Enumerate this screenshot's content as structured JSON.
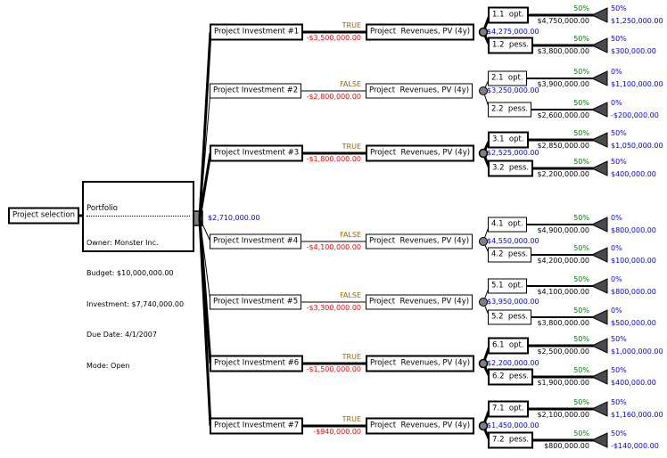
{
  "root": {
    "label": "Project selection"
  },
  "portfolio": {
    "title": "Portfolio",
    "lines": [
      "Owner: Monster Inc.",
      "Budget: $10,000,000.00",
      "Investment: $7,740,000.00",
      "Due Date: 4/1/2007",
      "Mode: Open"
    ],
    "value": "$2,710,000.00"
  },
  "revenues_label": "Project  Revenues, PV (4y)",
  "colors": {
    "decision_flag": "#996600",
    "negative_value": "#FF0000",
    "node_value": "#0000FF",
    "probability": "#008000",
    "node_fill": "#808080",
    "terminal_fill": "#4a4a4a"
  },
  "branches": [
    {
      "label": "Project Investment #1",
      "decision": "TRUE",
      "cost": "-$3,500,000.00",
      "node_value": "$4,275,000.00",
      "outcomes": [
        {
          "label": "1.1  opt.",
          "prob": "50%",
          "payoff": "$4,750,000.00",
          "end_prob": "50%",
          "end_value": "$1,250,000.00"
        },
        {
          "label": "1.2  pess.",
          "prob": "50%",
          "payoff": "$3,800,000.00",
          "end_prob": "50%",
          "end_value": "$300,000.00"
        }
      ]
    },
    {
      "label": "Project Investment #2",
      "decision": "FALSE",
      "cost": "-$2,800,000.00",
      "node_value": "$3,250,000.00",
      "outcomes": [
        {
          "label": "2.1  opt.",
          "prob": "50%",
          "payoff": "$3,900,000.00",
          "end_prob": "0%",
          "end_value": "$1,100,000.00"
        },
        {
          "label": "2.2  pess.",
          "prob": "50%",
          "payoff": "$2,600,000.00",
          "end_prob": "0%",
          "end_value": "-$200,000.00"
        }
      ]
    },
    {
      "label": "Project Investment #3",
      "decision": "TRUE",
      "cost": "-$1,800,000.00",
      "node_value": "$2,525,000.00",
      "outcomes": [
        {
          "label": "3.1  opt.",
          "prob": "50%",
          "payoff": "$2,850,000.00",
          "end_prob": "50%",
          "end_value": "$1,050,000.00"
        },
        {
          "label": "3.2  pess.",
          "prob": "50%",
          "payoff": "$2,200,000.00",
          "end_prob": "50%",
          "end_value": "$400,000.00"
        }
      ]
    },
    {
      "label": "Project Investment #4",
      "decision": "FALSE",
      "cost": "-$4,100,000.00",
      "node_value": "$4,550,000.00",
      "outcomes": [
        {
          "label": "4.1  opt.",
          "prob": "50%",
          "payoff": "$4,900,000.00",
          "end_prob": "0%",
          "end_value": "$800,000.00"
        },
        {
          "label": "4.2  pess.",
          "prob": "50%",
          "payoff": "$4,200,000.00",
          "end_prob": "0%",
          "end_value": "$100,000.00"
        }
      ]
    },
    {
      "label": "Project Investment #5",
      "decision": "FALSE",
      "cost": "-$3,300,000.00",
      "node_value": "$3,950,000.00",
      "outcomes": [
        {
          "label": "5.1  opt.",
          "prob": "50%",
          "payoff": "$4,100,000.00",
          "end_prob": "0%",
          "end_value": "$800,000.00"
        },
        {
          "label": "5.2  pess.",
          "prob": "50%",
          "payoff": "$3,800,000.00",
          "end_prob": "0%",
          "end_value": "$500,000.00"
        }
      ]
    },
    {
      "label": "Project Investment #6",
      "decision": "TRUE",
      "cost": "-$1,500,000.00",
      "node_value": "$2,200,000.00",
      "outcomes": [
        {
          "label": "6.1  opt.",
          "prob": "50%",
          "payoff": "$2,500,000.00",
          "end_prob": "50%",
          "end_value": "$1,000,000.00"
        },
        {
          "label": "6.2  pess.",
          "prob": "50%",
          "payoff": "$1,900,000.00",
          "end_prob": "50%",
          "end_value": "$400,000.00"
        }
      ]
    },
    {
      "label": "Project Investment #7",
      "decision": "TRUE",
      "cost": "-$940,000.00",
      "node_value": "$1,450,000.00",
      "outcomes": [
        {
          "label": "7.1  opt.",
          "prob": "50%",
          "payoff": "$2,100,000.00",
          "end_prob": "50%",
          "end_value": "$1,160,000.00"
        },
        {
          "label": "7.2  pess.",
          "prob": "50%",
          "payoff": "$800,000.00",
          "end_prob": "50%",
          "end_value": "-$140,000.00"
        }
      ]
    }
  ]
}
